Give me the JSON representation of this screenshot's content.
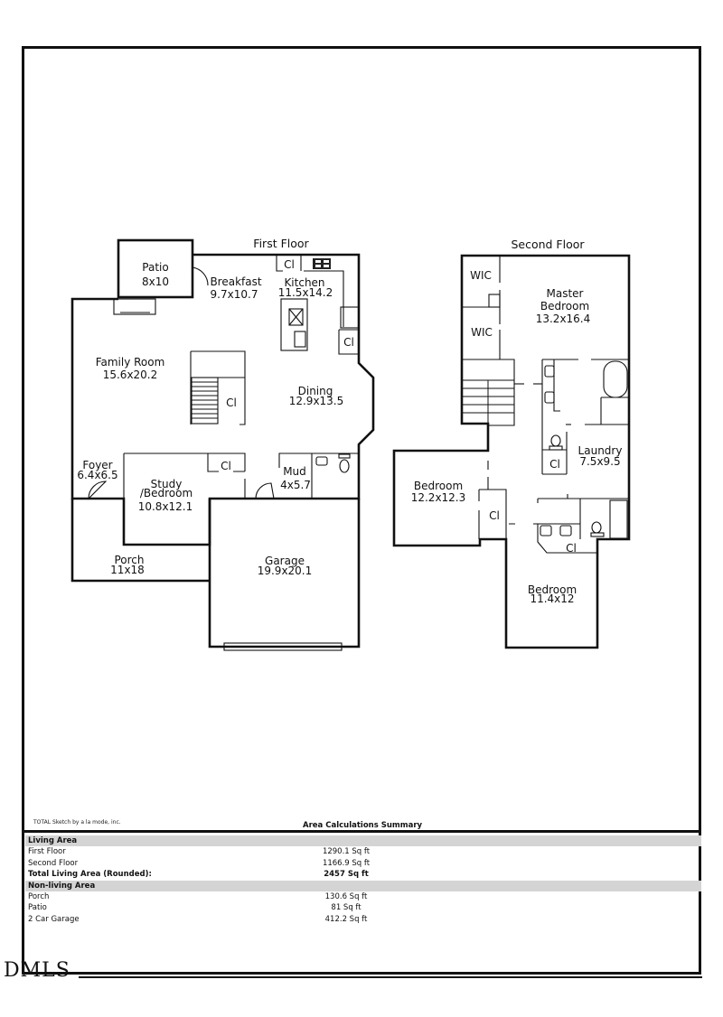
{
  "floors": [
    {
      "title": "First Floor",
      "rooms": [
        {
          "name": "Patio",
          "size": "8x10"
        },
        {
          "name": "Breakfast",
          "size": "9.7x10.7"
        },
        {
          "name": "Kitchen",
          "size": "11.5x14.2"
        },
        {
          "name": "Family Room",
          "size": "15.6x20.2"
        },
        {
          "name": "Dining",
          "size": "12.9x13.5"
        },
        {
          "name": "Foyer",
          "size": "6.4x6.5"
        },
        {
          "name": "Study\n/Bedroom",
          "name_line1": "Study",
          "name_line2": "/Bedroom",
          "size": "10.8x12.1"
        },
        {
          "name": "Mud",
          "size": "4x5.7"
        },
        {
          "name": "Porch",
          "size": "11x18"
        },
        {
          "name": "Garage",
          "size": "19.9x20.1"
        }
      ],
      "closets": [
        "Cl",
        "Cl",
        "Cl",
        "Cl"
      ]
    },
    {
      "title": "Second Floor",
      "rooms": [
        {
          "name": "WIC",
          "size": ""
        },
        {
          "name": "WIC",
          "size": ""
        },
        {
          "name": "Master Bedroom",
          "name_line1": "Master",
          "name_line2": "Bedroom",
          "size": "13.2x16.4"
        },
        {
          "name": "Laundry",
          "size": "7.5x9.5"
        },
        {
          "name": "Bedroom",
          "size": "12.2x12.3"
        },
        {
          "name": "Bedroom",
          "size": "11.4x12"
        }
      ],
      "closets": [
        "Cl",
        "Cl",
        "Cl"
      ]
    }
  ],
  "credit": "TOTAL Sketch by a la mode, inc.",
  "summary": {
    "title": "Area Calculations Summary",
    "sections": [
      {
        "heading": "Living Area",
        "rows": [
          {
            "name": "First Floor",
            "value": "1290.1 Sq ft"
          },
          {
            "name": "Second Floor",
            "value": "1166.9 Sq ft"
          },
          {
            "name": "Total Living Area (Rounded):",
            "value": "2457 Sq ft",
            "bold": true
          }
        ]
      },
      {
        "heading": "Non-living Area",
        "rows": [
          {
            "name": "Porch",
            "value": "130.6 Sq ft"
          },
          {
            "name": "Patio",
            "value": "81 Sq ft"
          },
          {
            "name": "2 Car Garage",
            "value": "412.2 Sq ft"
          }
        ]
      }
    ]
  },
  "watermark": "DMLS"
}
